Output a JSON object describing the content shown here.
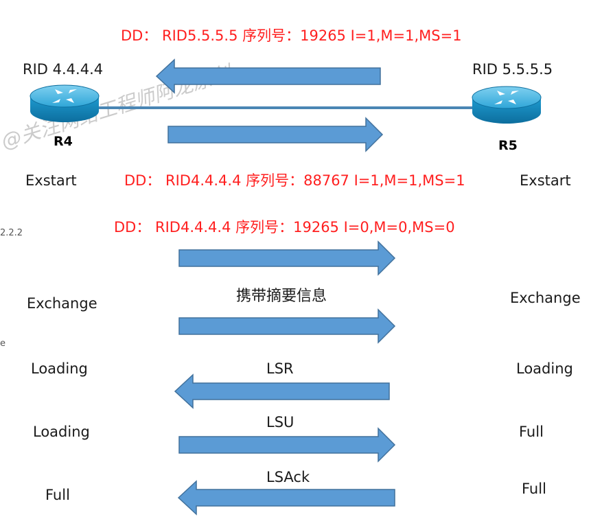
{
  "header": {
    "dd_top": "DD：  RID5.5.5.5  序列号：19265  I=1,M=1,MS=1",
    "dd_mid": "DD：  RID4.4.4.4 序列号：88767  I=1,M=1,MS=1",
    "dd_low": "DD：  RID4.4.4.4  序列号：19265  I=0,M=0,MS=0"
  },
  "routers": {
    "r4": {
      "rid": "RID 4.4.4.4",
      "name": "R4"
    },
    "r5": {
      "rid": "RID 5.5.5.5",
      "name": "R5"
    }
  },
  "watermark": "@关注网络工程师阿龙原创",
  "edge_fragments": {
    "top": "2.2.2",
    "mid": "e"
  },
  "states": {
    "left": [
      "Exstart",
      "Exchange",
      "Loading",
      "Loading",
      "Full"
    ],
    "right": [
      "Exstart",
      "Exchange",
      "Loading",
      "Full",
      "Full"
    ]
  },
  "messages": {
    "summary": "携带摘要信息",
    "lsr": "LSR",
    "lsu": "LSU",
    "lsack": "LSAck"
  },
  "colors": {
    "arrow_fill": "#5b9bd5",
    "arrow_edge": "#41719c",
    "dd_text": "#ff1f1f",
    "router_body": "#1b8fc2"
  }
}
